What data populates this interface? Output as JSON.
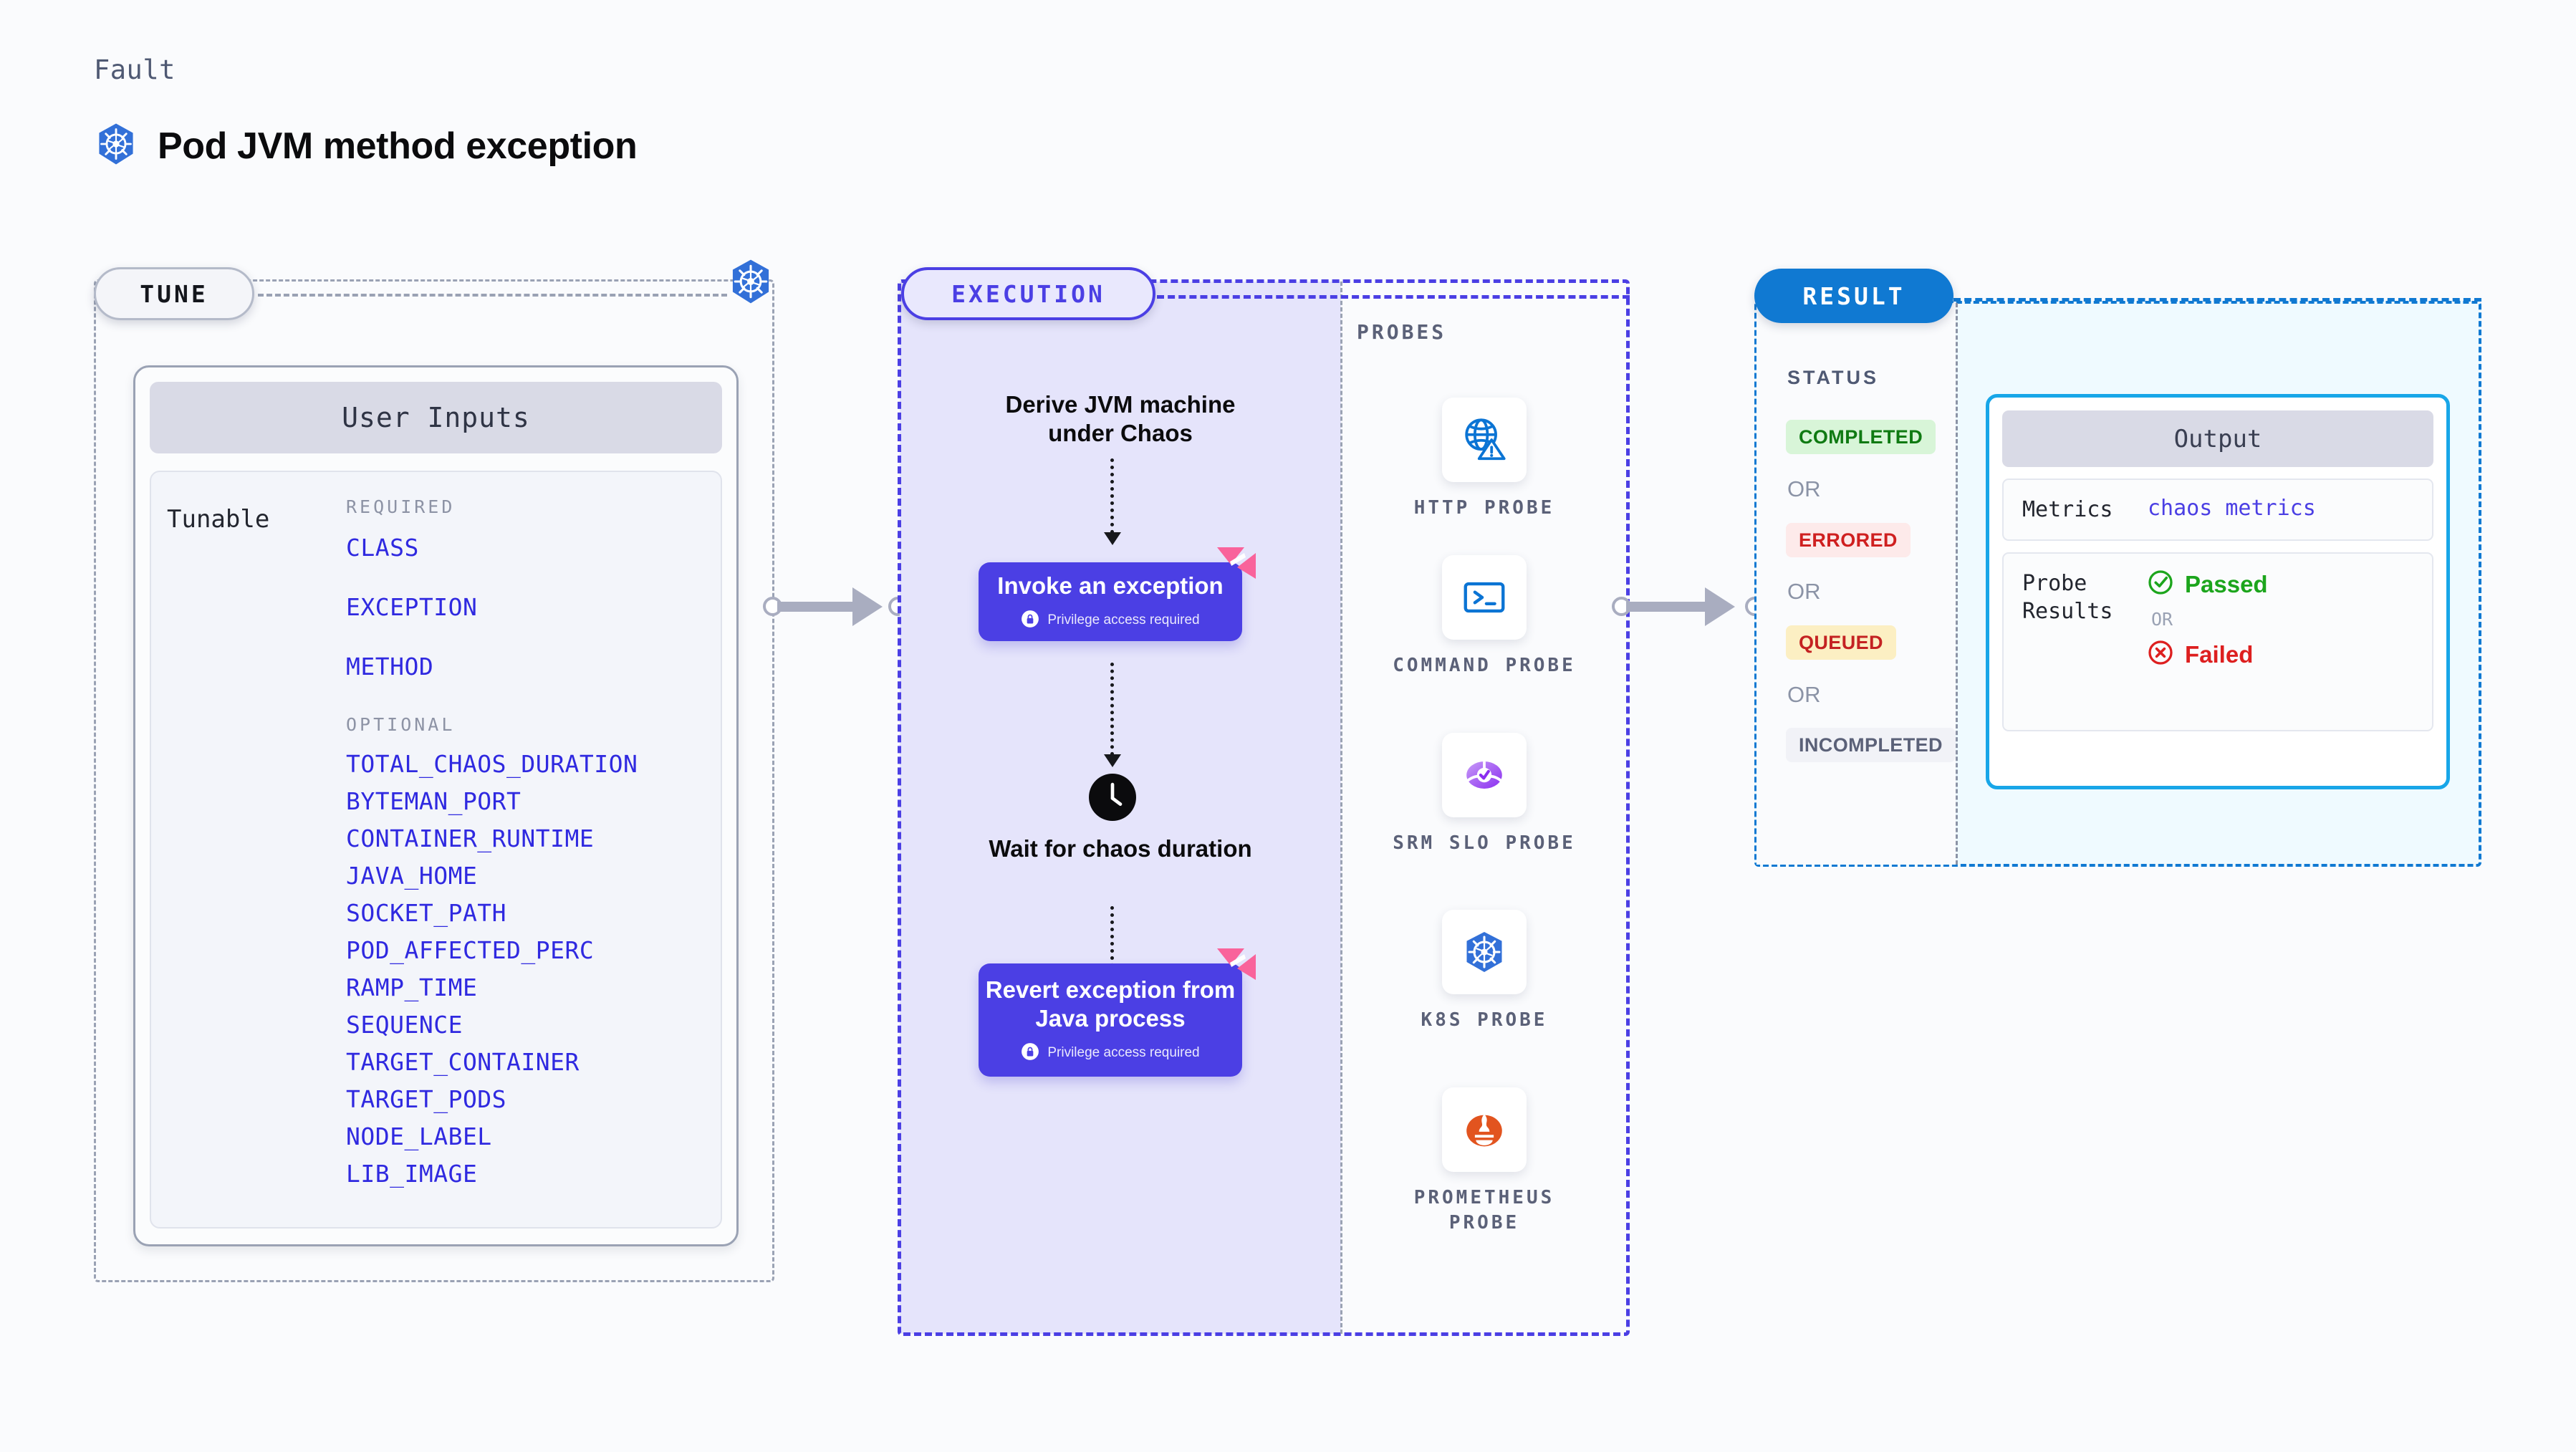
{
  "header": {
    "eyebrow": "Fault",
    "title": "Pod JVM method exception",
    "icon": "kubernetes-icon"
  },
  "tune": {
    "pill_label": "TUNE",
    "badge_icon": "kubernetes-icon",
    "card_title": "User Inputs",
    "tunable_label": "Tunable",
    "required_heading": "REQUIRED",
    "optional_heading": "OPTIONAL",
    "required_params": [
      "CLASS",
      "EXCEPTION",
      "METHOD"
    ],
    "optional_params": [
      "TOTAL_CHAOS_DURATION",
      "BYTEMAN_PORT",
      "CONTAINER_RUNTIME",
      "JAVA_HOME",
      "SOCKET_PATH",
      "POD_AFFECTED_PERC",
      "RAMP_TIME",
      "SEQUENCE",
      "TARGET_CONTAINER",
      "TARGET_PODS",
      "NODE_LABEL",
      "LIB_IMAGE"
    ],
    "param_color": "#2f29e0"
  },
  "execution": {
    "pill_label": "EXECUTION",
    "steps": [
      {
        "type": "text",
        "label": "Derive JVM machine under Chaos"
      },
      {
        "type": "action",
        "label": "Invoke an exception",
        "note": "Privilege access required",
        "note_icon": "lock-icon",
        "badge_icon": "harness-badge-icon"
      },
      {
        "type": "wait",
        "label": "Wait for chaos duration",
        "icon": "clock-icon"
      },
      {
        "type": "action",
        "label": "Revert exception from Java process",
        "note": "Privilege access required",
        "note_icon": "lock-icon",
        "badge_icon": "harness-badge-icon"
      }
    ],
    "accent": "#4b3fe4"
  },
  "probes": {
    "heading": "PROBES",
    "items": [
      {
        "name": "HTTP PROBE",
        "icon": "globe-warning-icon"
      },
      {
        "name": "COMMAND PROBE",
        "icon": "terminal-icon"
      },
      {
        "name": "SRM SLO PROBE",
        "icon": "srm-slo-icon"
      },
      {
        "name": "K8S PROBE",
        "icon": "kubernetes-icon"
      },
      {
        "name": "PROMETHEUS PROBE",
        "icon": "prometheus-icon"
      }
    ]
  },
  "result": {
    "pill_label": "RESULT",
    "status_heading": "STATUS",
    "or_label": "OR",
    "statuses": [
      {
        "label": "COMPLETED",
        "bg": "#d8f5d8",
        "fg": "#0f7a12"
      },
      {
        "label": "ERRORED",
        "bg": "#fdeaea",
        "fg": "#cf2020"
      },
      {
        "label": "QUEUED",
        "bg": "#fcefc3",
        "fg": "#c42222"
      },
      {
        "label": "INCOMPLETED",
        "bg": "#f1f2f7",
        "fg": "#5b6178"
      }
    ],
    "output": {
      "title": "Output",
      "metrics_key": "Metrics",
      "metrics_value": "chaos metrics",
      "probe_results_key": "Probe Results",
      "passed_label": "Passed",
      "failed_label": "Failed",
      "or_label": "OR",
      "passed_icon": "check-circle-icon",
      "failed_icon": "x-circle-icon",
      "passed_color": "#1ca51c",
      "failed_color": "#dd1f1f",
      "border_color": "#18a6e8"
    }
  }
}
